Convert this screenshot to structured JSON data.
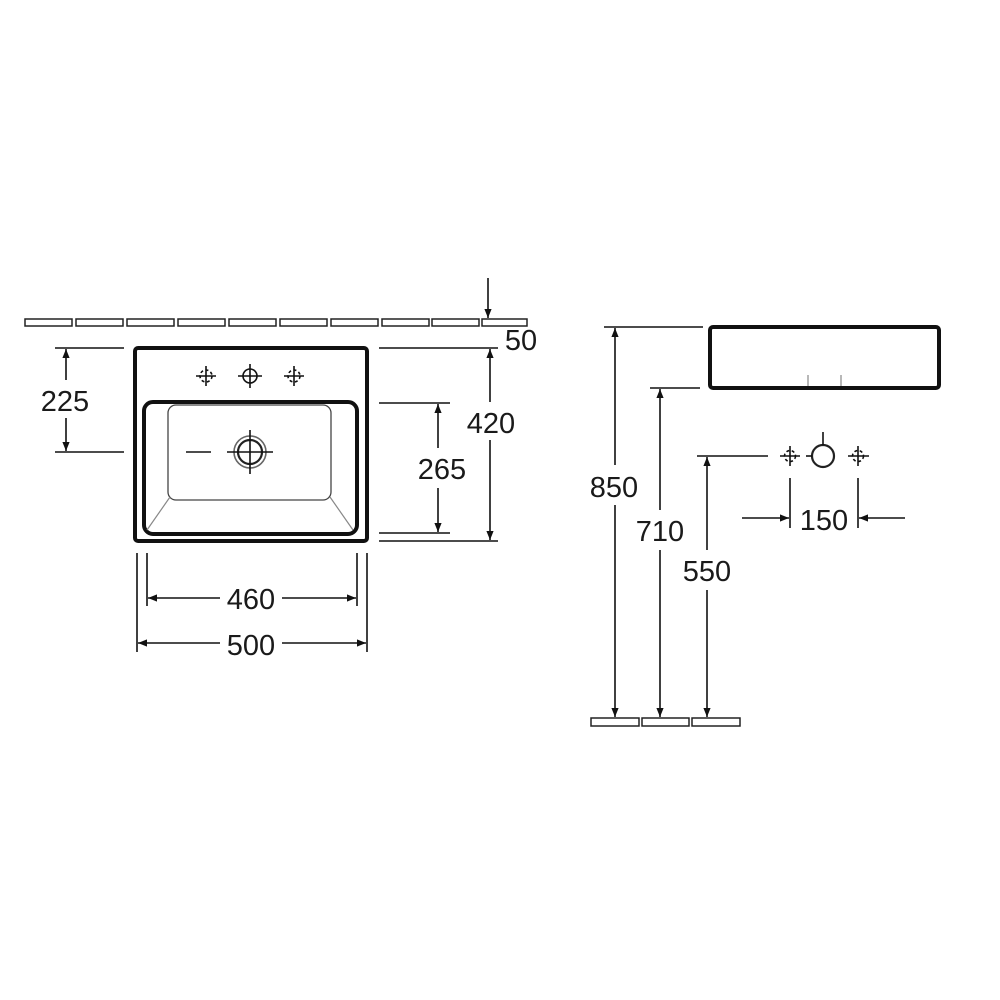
{
  "plan_view": {
    "dimensions": {
      "overall_width": "500",
      "basin_width": "460",
      "overall_depth": "420",
      "basin_depth": "265",
      "drain_offset": "225",
      "wall_gap": "50"
    },
    "tap_holes": 3
  },
  "side_view": {
    "dimensions": {
      "rim_height": "850",
      "underside_height": "710",
      "supply_height": "550",
      "supply_spacing": "150"
    }
  },
  "colors": {
    "line": "#111111",
    "background": "#ffffff"
  }
}
